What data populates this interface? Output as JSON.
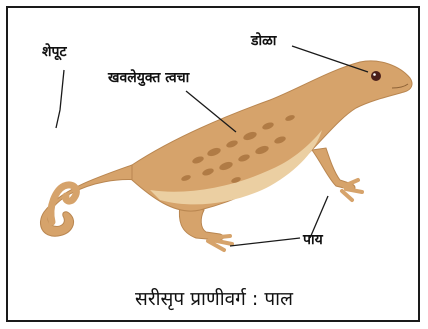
{
  "labels": {
    "tail": "शेपूट",
    "scaly_skin": "खवलेयुक्त त्वचा",
    "eye": "डोळा",
    "leg": "पाय"
  },
  "caption": "सरीसृप प्राणीवर्ग : पाल",
  "colors": {
    "body": "#D6A36B",
    "body_outline": "#B98650",
    "belly": "#EBCFA2",
    "spots": "#B07B45",
    "eye": "#4A1F1A",
    "pointer": "#1a1a1a",
    "frame": "#1a1a1a"
  }
}
